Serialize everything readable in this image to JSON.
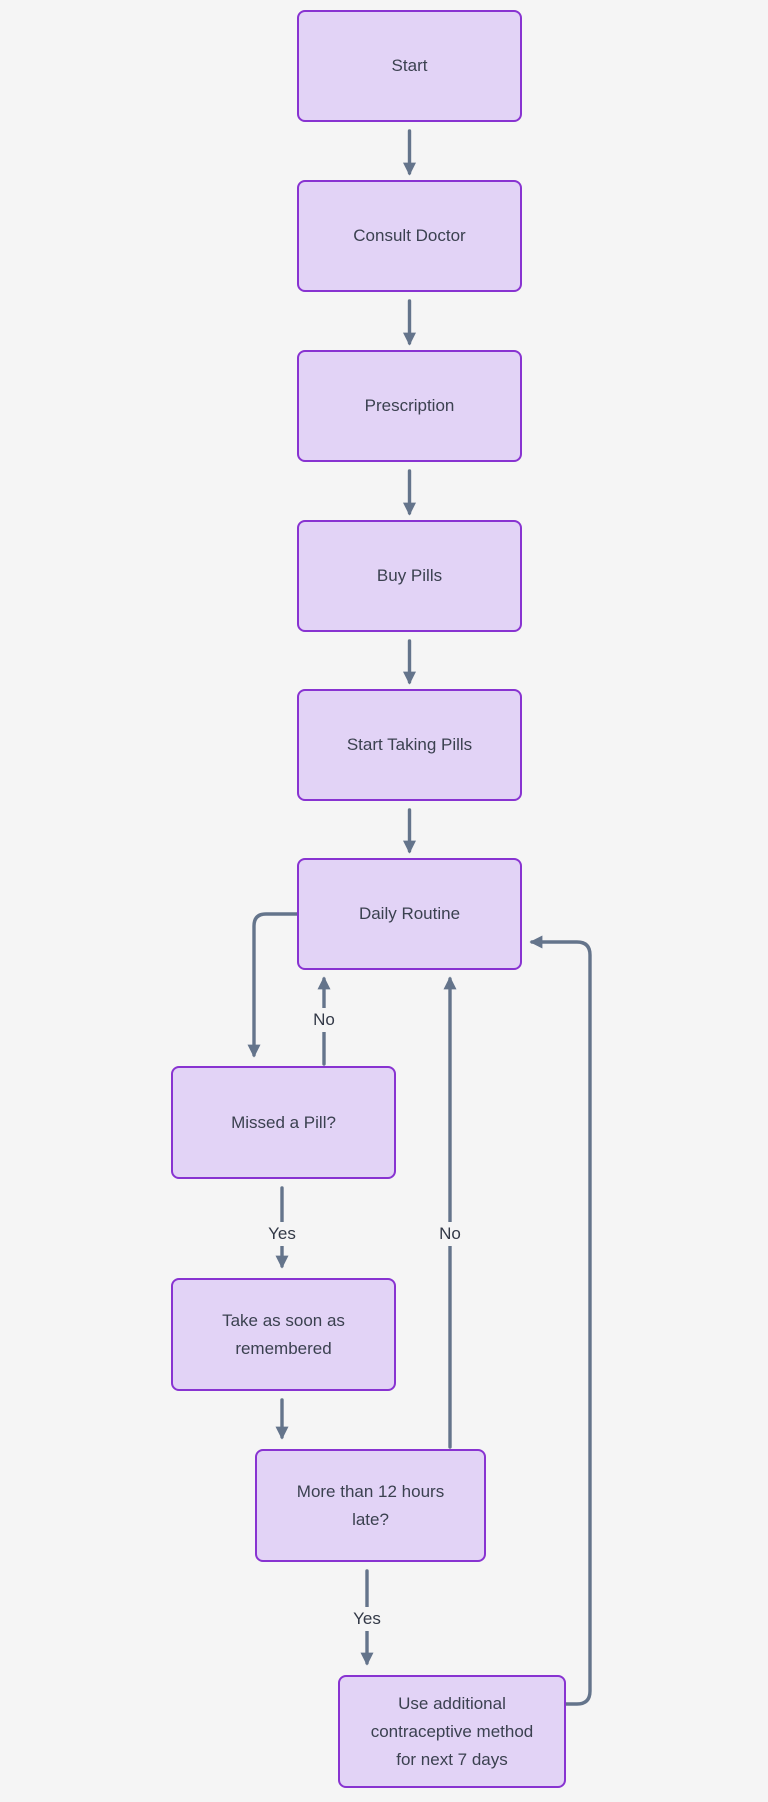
{
  "diagram": {
    "type": "flowchart",
    "orientation": "top-down",
    "colors": {
      "background": "#f5f5f5",
      "node_fill": "#e2d3f6",
      "node_border": "#8833d1",
      "node_text": "#3b4150",
      "edge": "#64748b",
      "edge_label_text": "#333947"
    }
  },
  "nodes": [
    {
      "id": "start",
      "label": "Start"
    },
    {
      "id": "consult-doctor",
      "label": "Consult Doctor"
    },
    {
      "id": "prescription",
      "label": "Prescription"
    },
    {
      "id": "buy-pills",
      "label": "Buy Pills"
    },
    {
      "id": "start-taking-pills",
      "label": "Start Taking Pills"
    },
    {
      "id": "daily-routine",
      "label": "Daily Routine"
    },
    {
      "id": "missed-a-pill",
      "label": "Missed a Pill?"
    },
    {
      "id": "take-as-soon",
      "label": "Take as soon as remembered"
    },
    {
      "id": "more-than-12-late",
      "label": "More than 12 hours late?"
    },
    {
      "id": "use-additional",
      "label": "Use additional contraceptive method for next 7 days"
    }
  ],
  "edges": [
    {
      "from": "Start",
      "to": "Consult Doctor",
      "label": ""
    },
    {
      "from": "Consult Doctor",
      "to": "Prescription",
      "label": ""
    },
    {
      "from": "Prescription",
      "to": "Buy Pills",
      "label": ""
    },
    {
      "from": "Buy Pills",
      "to": "Start Taking Pills",
      "label": ""
    },
    {
      "from": "Start Taking Pills",
      "to": "Daily Routine",
      "label": ""
    },
    {
      "from": "Daily Routine",
      "to": "Missed a Pill?",
      "label": ""
    },
    {
      "from": "Missed a Pill?",
      "to": "Daily Routine",
      "label": "No"
    },
    {
      "from": "Missed a Pill?",
      "to": "Take as soon as remembered",
      "label": "Yes"
    },
    {
      "from": "Take as soon as remembered",
      "to": "More than 12 hours late?",
      "label": ""
    },
    {
      "from": "More than 12 hours late?",
      "to": "Daily Routine",
      "label": "No"
    },
    {
      "from": "More than 12 hours late?",
      "to": "Use additional contraceptive method for next 7 days",
      "label": "Yes"
    },
    {
      "from": "Use additional contraceptive method for next 7 days",
      "to": "Daily Routine",
      "label": ""
    }
  ]
}
